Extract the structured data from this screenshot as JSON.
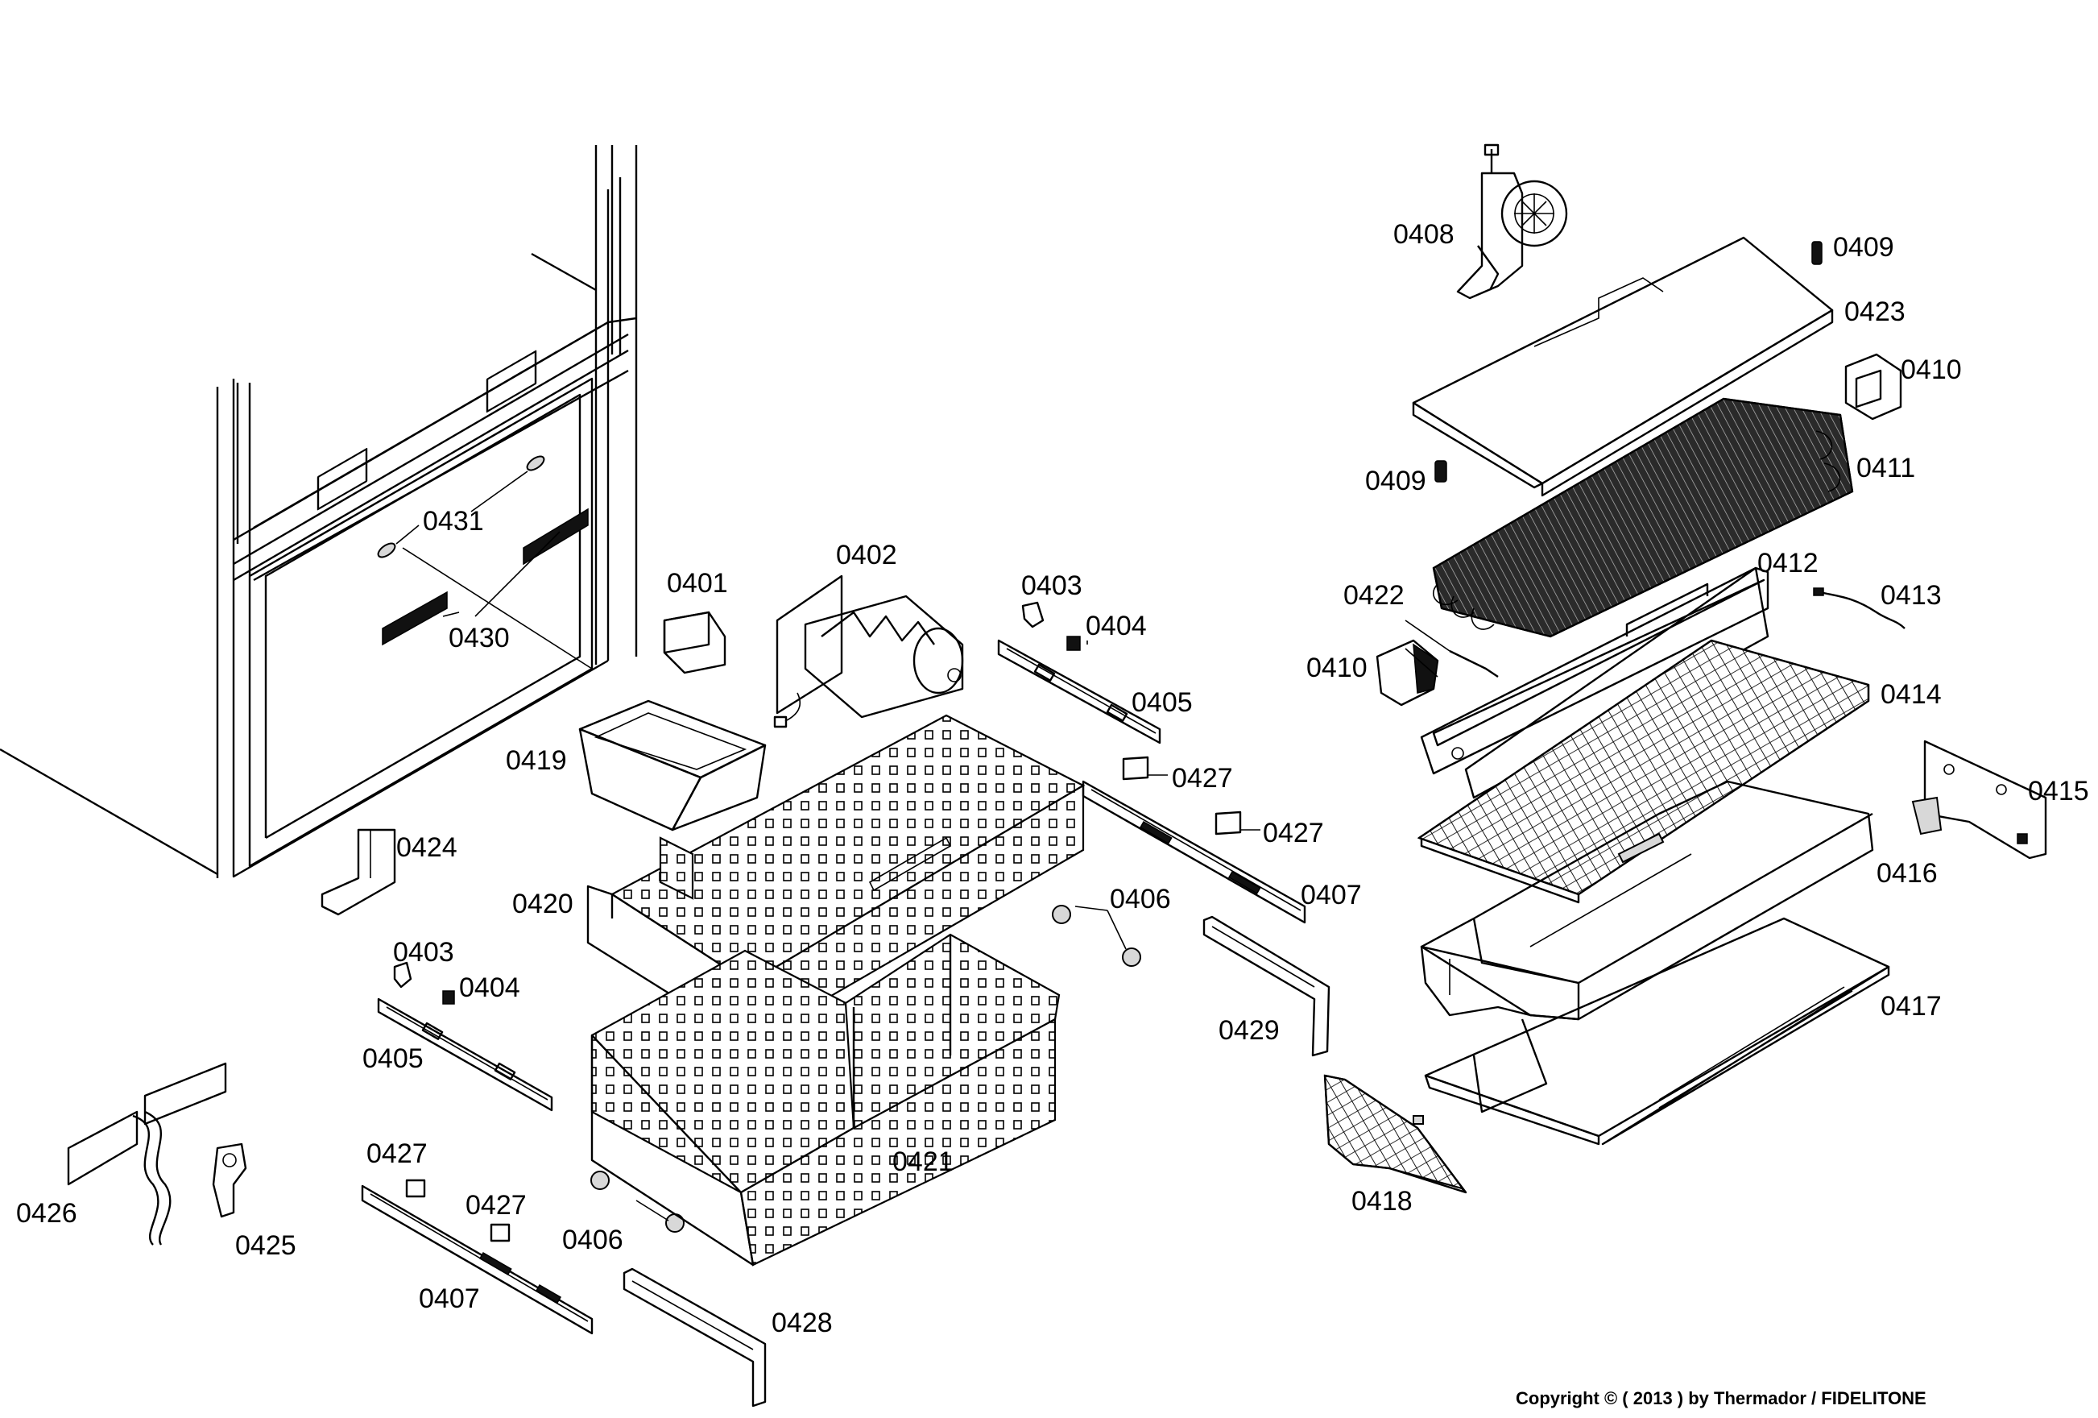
{
  "labels": {
    "p0401": "0401",
    "p0402": "0402",
    "p0403a": "0403",
    "p0403b": "0403",
    "p0404a": "0404",
    "p0404b": "0404",
    "p0405a": "0405",
    "p0405b": "0405",
    "p0406a": "0406",
    "p0406b": "0406",
    "p0407a": "0407",
    "p0407b": "0407",
    "p0408": "0408",
    "p0409a": "0409",
    "p0409b": "0409",
    "p0410a": "0410",
    "p0410b": "0410",
    "p0411": "0411",
    "p0412": "0412",
    "p0413": "0413",
    "p0414": "0414",
    "p0415": "0415",
    "p0416": "0416",
    "p0417": "0417",
    "p0418": "0418",
    "p0419": "0419",
    "p0420": "0420",
    "p0421": "0421",
    "p0422": "0422",
    "p0423": "0423",
    "p0424": "0424",
    "p0425": "0425",
    "p0426": "0426",
    "p0427a": "0427",
    "p0427b": "0427",
    "p0427c": "0427",
    "p0427d": "0427",
    "p0428": "0428",
    "p0429": "0429",
    "p0430": "0430",
    "p0431": "0431"
  },
  "copyright": "Copyright © ( 2013 ) by Thermador  / FIDELITONE"
}
